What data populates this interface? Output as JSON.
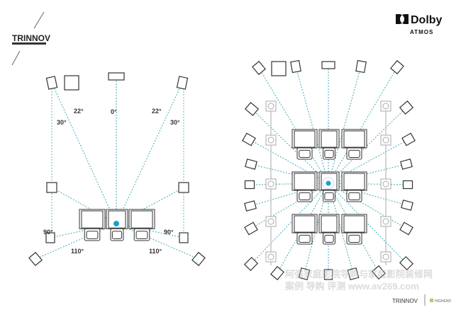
{
  "logos": {
    "trinnov_top": "TRINNOV",
    "dolby": "Dolby",
    "dolby_sub": "ATMOS",
    "trinnov_bottom": "TRINNOV",
    "highend": "HIGHEND"
  },
  "left_diagram": {
    "angle_labels": [
      "22°",
      "0°",
      "22°",
      "30°",
      "30°",
      "90°",
      "110°",
      "90°",
      "110°"
    ]
  },
  "watermark": {
    "line1": "阿强家庭影院导购与家庭影院装修网",
    "line2": "案例 导购 评测  www.av269.com"
  },
  "colors": {
    "line": "#5fb8c4",
    "dot": "#1aa0c8",
    "speaker": "#333333",
    "grey": "#aaaaaa"
  }
}
